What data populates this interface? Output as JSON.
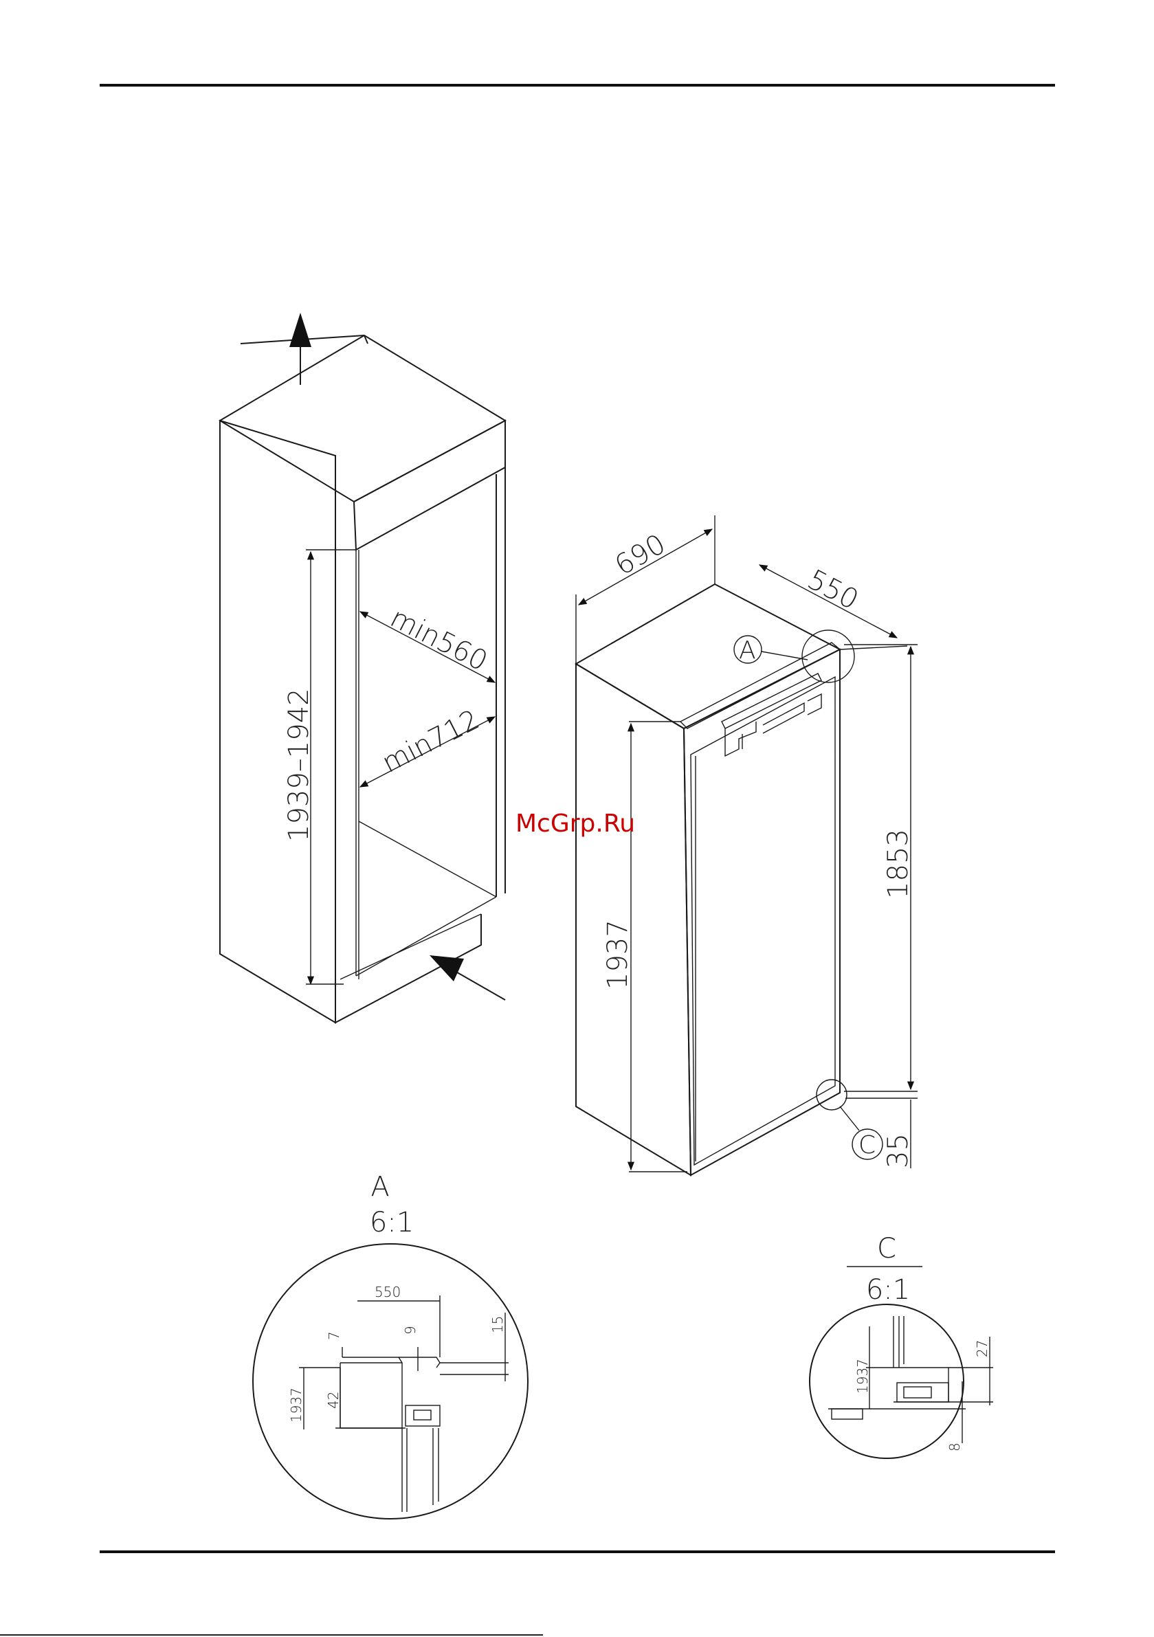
{
  "main_drawing": {
    "niche_height": "1939–1942",
    "niche_min_width": "min560",
    "niche_min_height": "min712",
    "appliance_width": "690",
    "appliance_depth": "550",
    "appliance_height": "1937",
    "door_height": "1853",
    "bottom_offset": "35",
    "callout_a": "A",
    "callout_c": "C"
  },
  "detail_a": {
    "label": "A",
    "scale": "6:1",
    "dim_width": "550",
    "dim_7": "7",
    "dim_9": "9",
    "dim_15": "15",
    "dim_height": "1937",
    "dim_42": "42"
  },
  "detail_c": {
    "label": "C",
    "scale": "6:1",
    "dim_height": "1937",
    "dim_27": "27",
    "dim_8": "8"
  },
  "watermark": "McGrp.Ru"
}
